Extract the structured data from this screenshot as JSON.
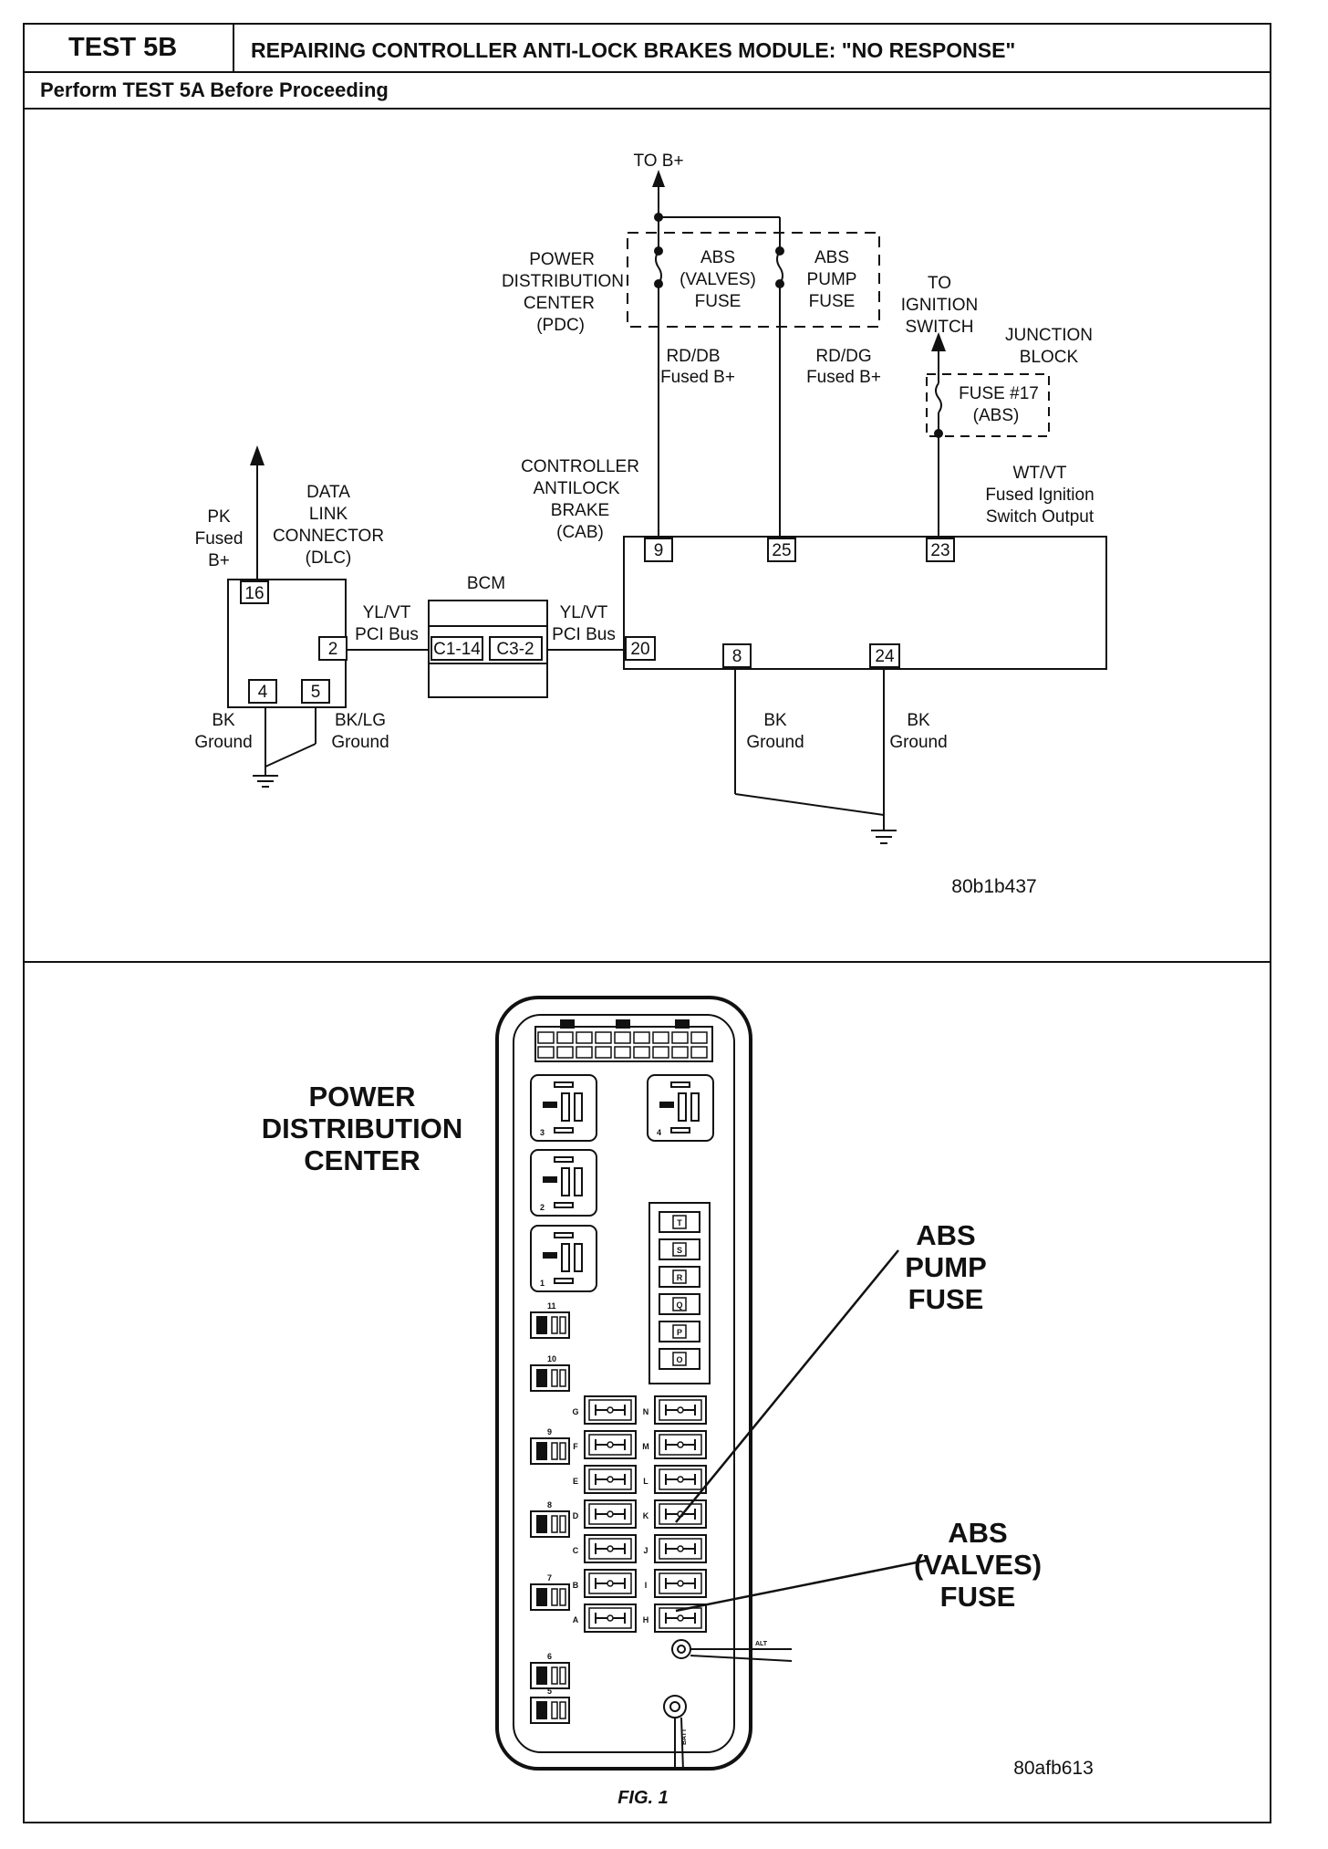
{
  "header": {
    "test_id": "TEST 5B",
    "title": "REPAIRING CONTROLLER ANTI-LOCK BRAKES MODULE: \"NO RESPONSE\"",
    "subtitle": "Perform TEST 5A Before Proceeding"
  },
  "wiring": {
    "to_b_plus": "TO B+",
    "pdc_label": [
      "POWER",
      "DISTRIBUTION",
      "CENTER",
      "(PDC)"
    ],
    "abs_valves_fuse": [
      "ABS",
      "(VALVES)",
      "FUSE"
    ],
    "abs_pump_fuse": [
      "ABS",
      "PUMP",
      "FUSE"
    ],
    "to_ignition_switch": [
      "TO",
      "IGNITION",
      "SWITCH"
    ],
    "junction_block": [
      "JUNCTION",
      "BLOCK"
    ],
    "fuse_17": [
      "FUSE #17",
      "(ABS)"
    ],
    "wire_rd_db": [
      "RD/DB",
      "Fused B+"
    ],
    "wire_rd_dg": [
      "RD/DG",
      "Fused B+"
    ],
    "wire_wt_vt": [
      "WT/VT",
      "Fused Ignition",
      "Switch Output"
    ],
    "cab_label": [
      "CONTROLLER",
      "ANTILOCK",
      "BRAKE",
      "(CAB)"
    ],
    "dlc_label": [
      "DATA",
      "LINK",
      "CONNECTOR",
      "(DLC)"
    ],
    "pk_label": [
      "PK",
      "Fused",
      "B+"
    ],
    "bcm_label": "BCM",
    "bcm_c1": "C1-14",
    "bcm_c3": "C3-2",
    "pci_left": [
      "YL/VT",
      "PCI Bus"
    ],
    "pci_right": [
      "YL/VT",
      "PCI Bus"
    ],
    "dlc_pins": {
      "p16": "16",
      "p2": "2",
      "p4": "4",
      "p5": "5"
    },
    "cab_pins": {
      "p9": "9",
      "p25": "25",
      "p23": "23",
      "p20": "20",
      "p8": "8",
      "p24": "24"
    },
    "gnd_bk_dlc": [
      "BK",
      "Ground"
    ],
    "gnd_bklg_dlc": [
      "BK/LG",
      "Ground"
    ],
    "gnd_bk_8": [
      "BK",
      "Ground"
    ],
    "gnd_bk_24": [
      "BK",
      "Ground"
    ],
    "figure_code": "80b1b437"
  },
  "pdc_figure": {
    "title": [
      "POWER",
      "DISTRIBUTION",
      "CENTER"
    ],
    "callout_pump": [
      "ABS",
      "PUMP",
      "FUSE"
    ],
    "callout_valves": [
      "ABS",
      "(VALVES)",
      "FUSE"
    ],
    "relay_numbers": [
      "3",
      "4",
      "2",
      "1"
    ],
    "minifuse_letters": [
      "T",
      "S",
      "R",
      "Q",
      "P",
      "O"
    ],
    "left_fuse_letters": [
      "G",
      "F",
      "E",
      "D",
      "C",
      "B",
      "A"
    ],
    "right_fuse_letters": [
      "N",
      "M",
      "L",
      "K",
      "J",
      "I",
      "H"
    ],
    "breaker_numbers": [
      "11",
      "10",
      "9",
      "8",
      "7",
      "6",
      "5"
    ],
    "alt_label": "ALT",
    "stud_label": "BATT",
    "figure_code": "80afb613",
    "caption": "FIG. 1"
  }
}
